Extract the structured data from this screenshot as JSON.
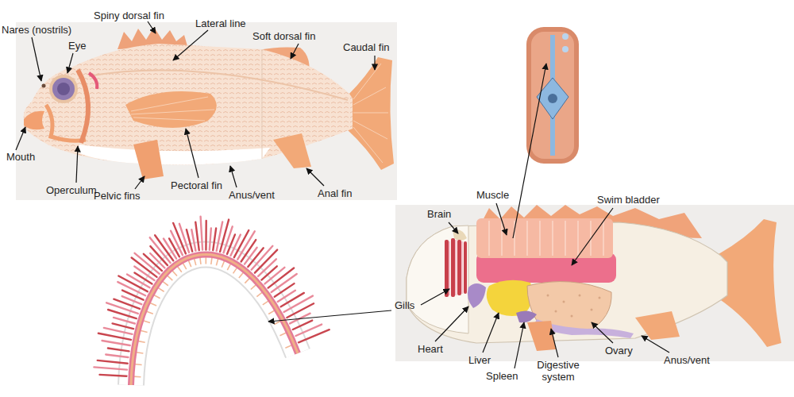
{
  "diagram": {
    "labels": [
      "Spiny dorsal fin",
      "Lateral line",
      "Soft dorsal fin",
      "Caudal fin",
      "Nares (nostrils)",
      "Eye",
      "Mouth",
      "Operculum",
      "Pelvic fins",
      "Pectoral fin",
      "Anus/vent",
      "Anal fin",
      "Brain",
      "Muscle",
      "Swim bladder",
      "Gills",
      "Heart",
      "Liver",
      "Spleen",
      "Digestive system",
      "Ovary",
      "Anus/vent"
    ]
  }
}
